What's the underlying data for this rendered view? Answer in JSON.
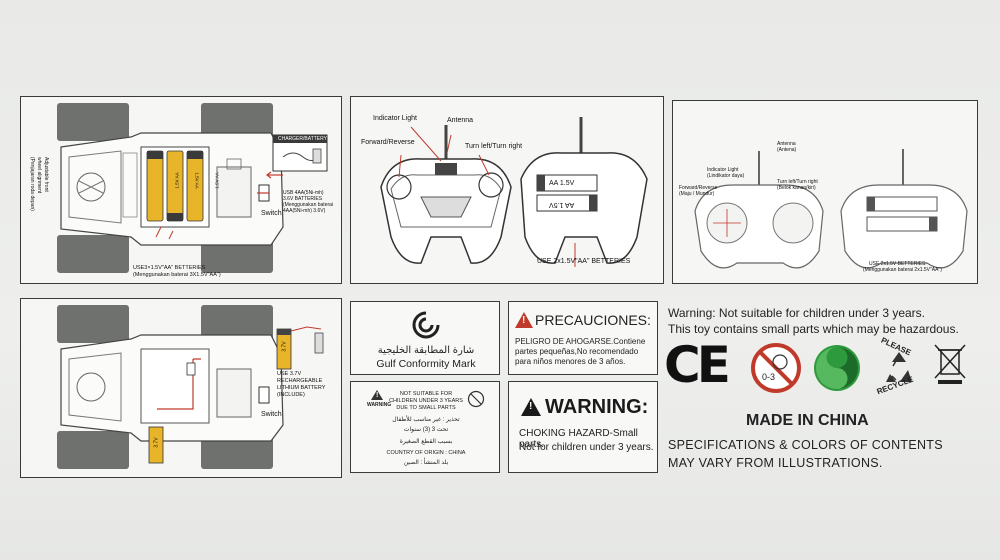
{
  "panel_car_top": {
    "charger_label": "CHARGER/BATTERY",
    "charger_note_1": "USB 4AA(5Ni-mh)",
    "charger_note_2": "3.6V BATTERIES",
    "charger_note_3": "(Menggunakan baterai",
    "charger_note_4": "4AA(5Ni-mh) 3.6V)",
    "alignment_note_1": "Adjustable front",
    "alignment_note_2": "wheel alignment",
    "alignment_note_3": "(Penjajaran roda depan)",
    "battery_note_1": "USE3×1.5V\"AA\" BETTERIES",
    "battery_note_2": "(Menggunakan baterai 3X1.5V\"AA\")",
    "switch": "Switch",
    "cell_label": "1.5V AA"
  },
  "panel_remote_outline": {
    "indicator": "Indicator Light",
    "antenna": "Antenna",
    "forward": "Forward/Reverse",
    "turn": "Turn left/Turn right",
    "battery_use": "USE 2x1.5V\"AA\" BETTERIES",
    "cell_top": "AA 1.5V",
    "cell_bottom": "AA 1.5V"
  },
  "panel_remote_small": {
    "antenna": "Antenna",
    "antenna_sub": "(Antena)",
    "indicator": "Indicator Light",
    "indicator_sub": "(Lindikator daya)",
    "forward": "Forward/Reverse",
    "forward_sub": "(Maju / Mundur)",
    "turn": "Turn left/Turn right",
    "turn_sub": "(Belok kanan/kiri)",
    "battery_1": "USE 2x1.5V BETTERIES",
    "battery_2": "(Menggunakan baterai 2x1.5V\"AA\")"
  },
  "panel_car_bottom": {
    "battery_1": "USE 3.7V",
    "battery_2": "RECHARGEABLE",
    "battery_3": "LITHIUM BATTERY",
    "battery_4": "(INCLUDE)",
    "switch": "Switch",
    "cell_top": "3.7V",
    "cell_bottom": "3.7V"
  },
  "gulf": {
    "arabic": "شارة المطابقة الخليجية",
    "english": "Gulf Conformity Mark"
  },
  "precauciones": {
    "title": "PRECAUCIONES:",
    "line1": "PELIGRO DE AHOGARSE.Contiene",
    "line2": "partes pequeñas,No recomendado",
    "line3": "para niños menores de 3 años."
  },
  "small_warning": {
    "warning_label": "WARNING",
    "line1": "NOT SUITABLE FOR",
    "line2": "CHILDREN UNDER 3 YEARS",
    "line3": "DUE TO SMALL PARTS",
    "ar1": "تحذير : غير مناسب للأطفال",
    "ar2": "تحت 3 (3) سنوات",
    "ar3": "بسبب القطع الصغيرة",
    "origin": "COUNTRY OF ORIGIN : CHINA",
    "origin_ar": "بلد المنشأ : الصين"
  },
  "big_warning": {
    "title": "WARNING:",
    "line1": "CHOKING HAZARD-Small parts.",
    "line2": "Not for children under 3 years."
  },
  "right_block": {
    "warn1": "Warning: Not suitable for children under 3 years.",
    "warn2": "This toy contains small parts which may be hazardous.",
    "ce": "CE",
    "age": "0-3",
    "recycle_1": "PLEASE",
    "recycle_2": "RECYCLE",
    "made_in": "MADE IN CHINA",
    "spec1": "SPECIFICATIONS & COLORS OF CONTENTS",
    "spec2": "MAY VARY FROM ILLUSTRATIONS."
  },
  "colors": {
    "red_accent": "#c03a2b",
    "battery_yellow": "#e8b52a",
    "green_dot": "#2e9a3e",
    "wheel_gray": "#6f716f"
  }
}
